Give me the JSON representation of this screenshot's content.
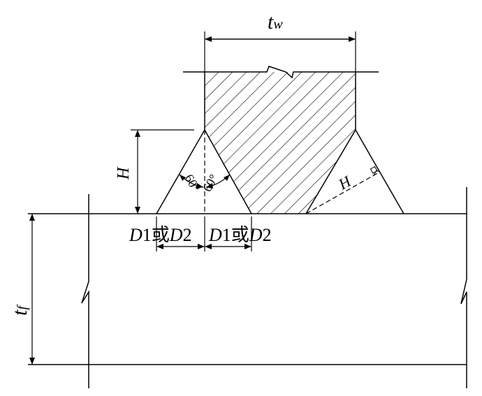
{
  "labels": {
    "tw_main": "t",
    "tw_sub": "w",
    "tf_main": "t",
    "tf_sub": "f",
    "h_left": "H",
    "h_right": "H",
    "angle_left": "60°",
    "angle_right": "60°",
    "d_left": {
      "p1": "D",
      "p2": "1",
      "p3": "或",
      "p4": "D",
      "p5": "2"
    },
    "d_right": {
      "p1": "D",
      "p2": "1",
      "p3": "或",
      "p4": "D",
      "p5": "2"
    }
  },
  "colors": {
    "line": "#000000",
    "background": "#ffffff"
  }
}
